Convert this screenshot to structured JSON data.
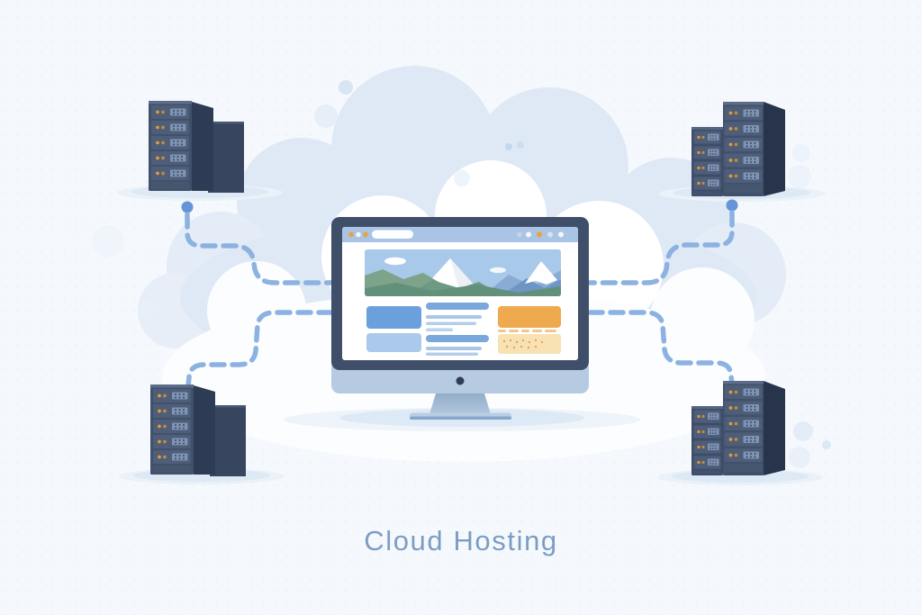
{
  "title": {
    "text": "Cloud Hosting"
  },
  "palette": {
    "background": "#f5f9fd",
    "cloud_fill": "#dfe9f6",
    "cloud_highlight": "#ffffff",
    "connection_line": "#8cb2e2",
    "connection_dot": "#6495d6",
    "server_body": "#41506b",
    "server_side": "#2e3b54",
    "server_led": "#e09a42",
    "server_vent": "#7e94b4",
    "monitor_bezel": "#3f4f69",
    "monitor_chin": "#b6cbe2",
    "browser_bar": "#a9c4e4",
    "accent_orange": "#efa94f",
    "card_blue": "#6ba0dc",
    "card_light_blue": "#abc9ea",
    "card_cream": "#f8e2b4",
    "text_line_blue": "#7aa7dc",
    "hero_sky": "#a8c9e9",
    "title_text": "#7c9dc3"
  },
  "scene": {
    "monitor": {
      "name": "desktop-monitor",
      "browser": {
        "traffic_light_dots": 3,
        "toolbar_icon_dots": 4,
        "has_address_bar": true
      },
      "content": {
        "hero": "mountain-landscape",
        "left_cards": 2,
        "text_paragraph_blocks": 2,
        "right_cards": 2
      }
    },
    "server_racks": [
      {
        "name": "server-rack-top-left",
        "unit_rows": 5
      },
      {
        "name": "server-rack-top-right",
        "unit_rows": 5
      },
      {
        "name": "server-rack-bottom-left",
        "unit_rows": 5
      },
      {
        "name": "server-rack-bottom-right",
        "unit_rows": 5
      }
    ],
    "connections": 4
  }
}
